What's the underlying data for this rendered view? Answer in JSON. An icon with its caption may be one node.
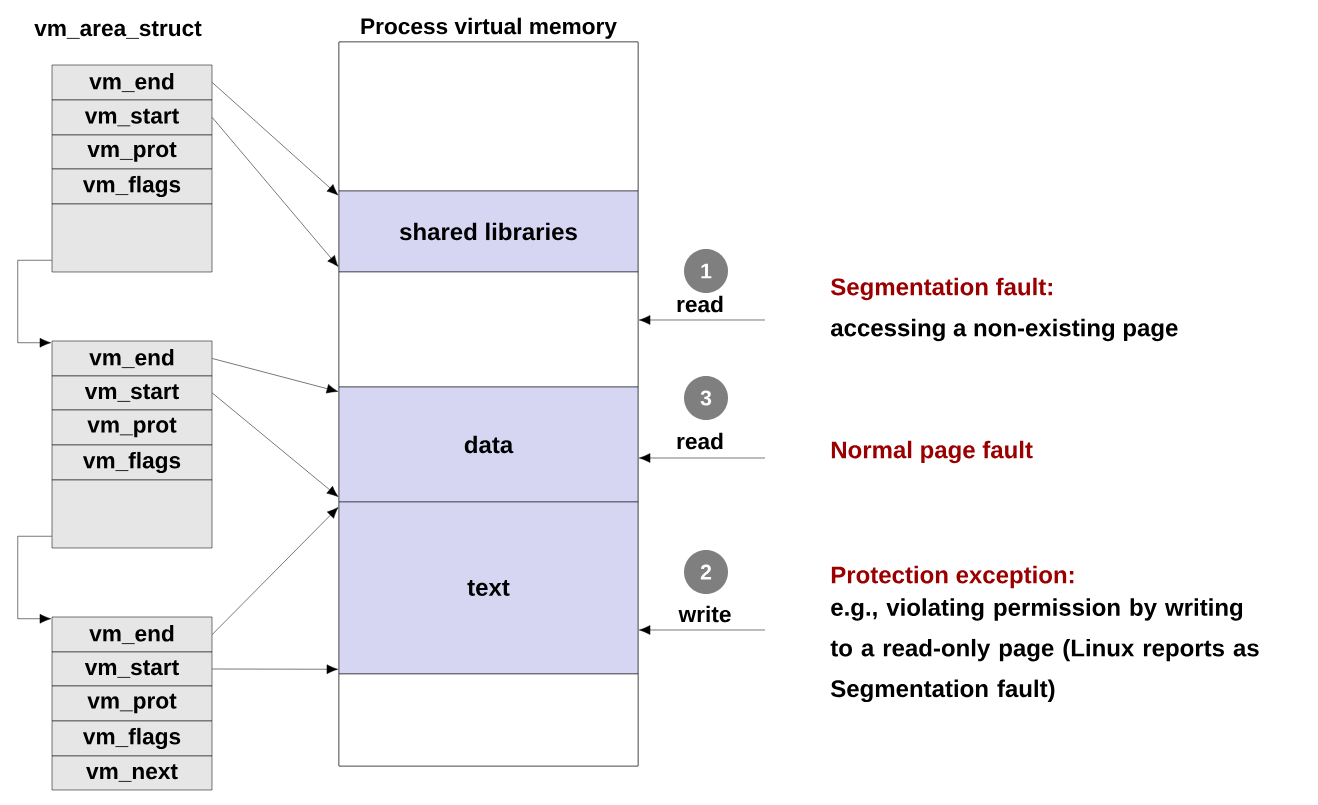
{
  "diagram": {
    "nodes": [
      {
        "text": [
          "Process virtual memory"
        ]
      },
      {
        "text": [],
        "shape": "box",
        "in": 0
      },
      {
        "text": [
          "shared libraries"
        ],
        "in": 0
      },
      {
        "text": [],
        "shape": "box",
        "in": 0
      },
      {
        "text": [
          "data"
        ],
        "in": 0
      },
      {
        "text": [
          "text"
        ],
        "in": 0
      },
      {
        "text": [],
        "shape": "box",
        "in": 0
      },
      {
        "text": [
          "vm_end"
        ]
      },
      {
        "text": [
          "vm_start"
        ]
      },
      {
        "text": [
          "vm_prot"
        ]
      },
      {
        "text": [
          "vm_flags"
        ]
      },
      {
        "text": [],
        "shape": "box"
      },
      {
        "text": [
          "vm_end"
        ]
      },
      {
        "text": [
          "vm_start"
        ]
      },
      {
        "text": [
          "vm_prot"
        ]
      },
      {
        "text": [
          "vm_flags"
        ]
      },
      {
        "text": [],
        "shape": "box"
      },
      {
        "text": [
          "vm_end"
        ]
      },
      {
        "text": [
          "vm_start"
        ]
      },
      {
        "text": [
          "vm_prot"
        ]
      },
      {
        "text": [
          "vm_flags"
        ]
      },
      {
        "text": [
          "vm_next"
        ]
      },
      {
        "text": [
          "1"
        ]
      },
      {
        "text": [
          "3"
        ]
      },
      {
        "text": [
          "2"
        ]
      }
    ],
    "edges": [
      {
        "from": 7,
        "to": 2,
        "arrow": "to"
      },
      {
        "from": 8,
        "to": 2,
        "arrow": "to"
      },
      {
        "from": 11,
        "to": 12,
        "arrow": "to"
      },
      {
        "from": 12,
        "to": 4,
        "arrow": "to"
      },
      {
        "from": 13,
        "to": 4,
        "arrow": "to"
      },
      {
        "from": 16,
        "to": 17,
        "arrow": "to"
      },
      {
        "from": 17,
        "to": 5,
        "arrow": "to"
      },
      {
        "from": 18,
        "to": 5,
        "arrow": "to"
      },
      {
        "from": null,
        "to": 3,
        "arrow": "to",
        "label": "read"
      },
      {
        "from": null,
        "to": 4,
        "arrow": "to",
        "label": "read"
      },
      {
        "from": null,
        "to": 5,
        "arrow": "to",
        "label": "write"
      }
    ],
    "labels": [
      "vm_area_struct",
      "Segmentation fault:",
      "accessing a non-existing page",
      "Normal page fault",
      "Protection exception:",
      "e.g., violating permission by writing to a read-only page (Linux reports as Segmentation fault)"
    ]
  }
}
